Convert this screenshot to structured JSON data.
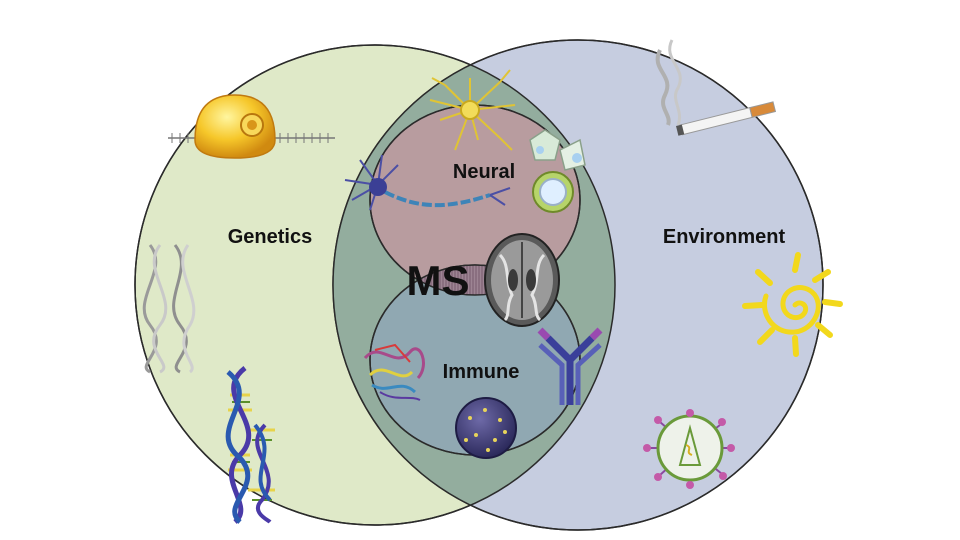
{
  "labels": {
    "genetics": "Genetics",
    "environment": "Environment",
    "neural": "Neural",
    "immune": "Immune",
    "center": "MS"
  },
  "colors": {
    "genetics_fill": "#dfe9c8",
    "environment_fill": "#c6cde0",
    "lens_fill": "#93ad9e",
    "neural_fill": "#b89c9f",
    "immune_fill": "#90a8b2",
    "ms_fill": "#8a6f80",
    "outline": "#2b2b2b"
  },
  "icons": [
    "cell-with-dna-strand-icon",
    "dna-double-helix-grey-icon",
    "dna-double-helix-color-icon",
    "astrocyte-neuron-icon",
    "neuron-icon",
    "neural-cells-icon",
    "brain-mri-icon",
    "protein-structure-icon",
    "antibody-icon",
    "immune-cell-icon",
    "cigarette-smoke-icon",
    "sun-icon",
    "virus-icon"
  ]
}
